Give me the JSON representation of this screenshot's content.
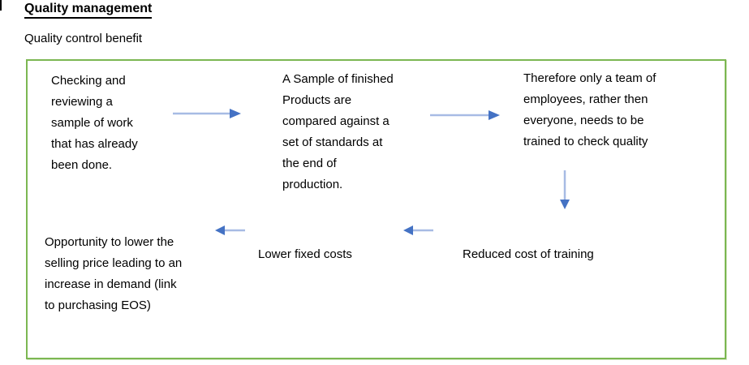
{
  "page": {
    "title": "Quality management",
    "subtitle": "Quality control benefit"
  },
  "diagram": {
    "frame_border_color": "#7CB752",
    "arrow_shaft_color": "#A7BBE4",
    "arrow_head_color": "#4472C4",
    "nodes": [
      {
        "id": "checking-reviewing",
        "text": "Checking and\nreviewing a\nsample of work\nthat has already\nbeen done."
      },
      {
        "id": "sample-compared",
        "text": "A Sample of finished\nProducts are\ncompared against a\nset of standards at\nthe end of\nproduction."
      },
      {
        "id": "team-trained",
        "text": "Therefore only a team of\nemployees, rather then\neveryone, needs to be\ntrained to check quality"
      },
      {
        "id": "reduced-cost",
        "text": "Reduced cost of training"
      },
      {
        "id": "lower-fixed-costs",
        "text": "Lower fixed costs"
      },
      {
        "id": "lower-selling-price",
        "text": "Opportunity to lower the\nselling price leading to an\nincrease in demand (link\nto purchasing EOS)"
      }
    ],
    "arrows": [
      {
        "name": "arrow-right-1",
        "direction": "right"
      },
      {
        "name": "arrow-right-2",
        "direction": "right"
      },
      {
        "name": "arrow-down-1",
        "direction": "down"
      },
      {
        "name": "arrow-left-1",
        "direction": "left"
      },
      {
        "name": "arrow-left-2",
        "direction": "left"
      }
    ]
  }
}
